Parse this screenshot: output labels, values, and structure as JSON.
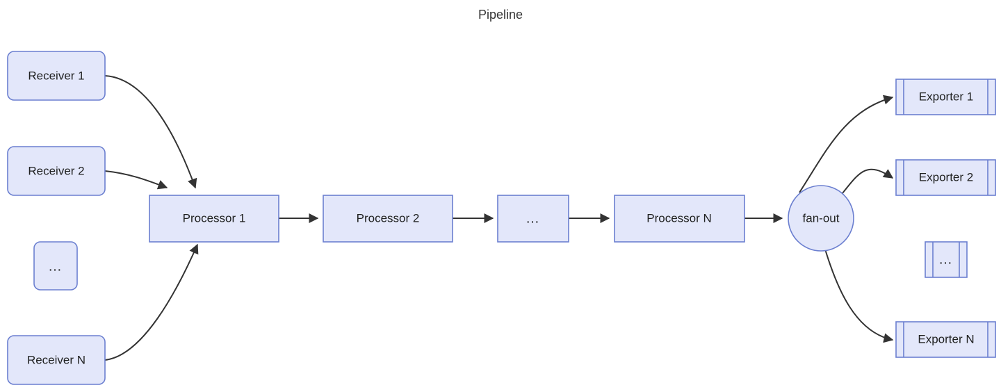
{
  "diagram": {
    "title": "Pipeline",
    "type": "flowchart",
    "direction": "left-to-right",
    "colors": {
      "node_fill": "#e3e7fa",
      "node_border": "#6b7fd0",
      "edge": "#333333",
      "text": "#1f2020",
      "background": "#ffffff"
    }
  },
  "receivers": [
    {
      "id": "receiver-1",
      "label": "Receiver 1",
      "shape": "rounded-rect"
    },
    {
      "id": "receiver-2",
      "label": "Receiver 2",
      "shape": "rounded-rect"
    },
    {
      "id": "receiver-ellipsis",
      "label": "…",
      "shape": "rounded-rect"
    },
    {
      "id": "receiver-n",
      "label": "Receiver N",
      "shape": "rounded-rect"
    }
  ],
  "processors": [
    {
      "id": "processor-1",
      "label": "Processor 1",
      "shape": "rect"
    },
    {
      "id": "processor-2",
      "label": "Processor 2",
      "shape": "rect"
    },
    {
      "id": "processor-ellipsis",
      "label": "…",
      "shape": "rect"
    },
    {
      "id": "processor-n",
      "label": "Processor N",
      "shape": "rect"
    }
  ],
  "fanout": {
    "id": "fan-out",
    "label": "fan-out",
    "shape": "circle"
  },
  "exporters": [
    {
      "id": "exporter-1",
      "label": "Exporter 1",
      "shape": "subroutine"
    },
    {
      "id": "exporter-2",
      "label": "Exporter 2",
      "shape": "subroutine"
    },
    {
      "id": "exporter-ellipsis",
      "label": "…",
      "shape": "subroutine"
    },
    {
      "id": "exporter-n",
      "label": "Exporter N",
      "shape": "subroutine"
    }
  ],
  "edges": [
    {
      "from": "receiver-1",
      "to": "processor-1",
      "style": "curved-arrow"
    },
    {
      "from": "receiver-2",
      "to": "processor-1",
      "style": "curved-arrow"
    },
    {
      "from": "receiver-n",
      "to": "processor-1",
      "style": "curved-arrow"
    },
    {
      "from": "processor-1",
      "to": "processor-2",
      "style": "straight-arrow"
    },
    {
      "from": "processor-2",
      "to": "processor-ellipsis",
      "style": "straight-arrow"
    },
    {
      "from": "processor-ellipsis",
      "to": "processor-n",
      "style": "straight-arrow"
    },
    {
      "from": "processor-n",
      "to": "fan-out",
      "style": "straight-arrow"
    },
    {
      "from": "fan-out",
      "to": "exporter-1",
      "style": "curved-arrow"
    },
    {
      "from": "fan-out",
      "to": "exporter-2",
      "style": "curved-arrow"
    },
    {
      "from": "fan-out",
      "to": "exporter-n",
      "style": "curved-arrow"
    }
  ]
}
